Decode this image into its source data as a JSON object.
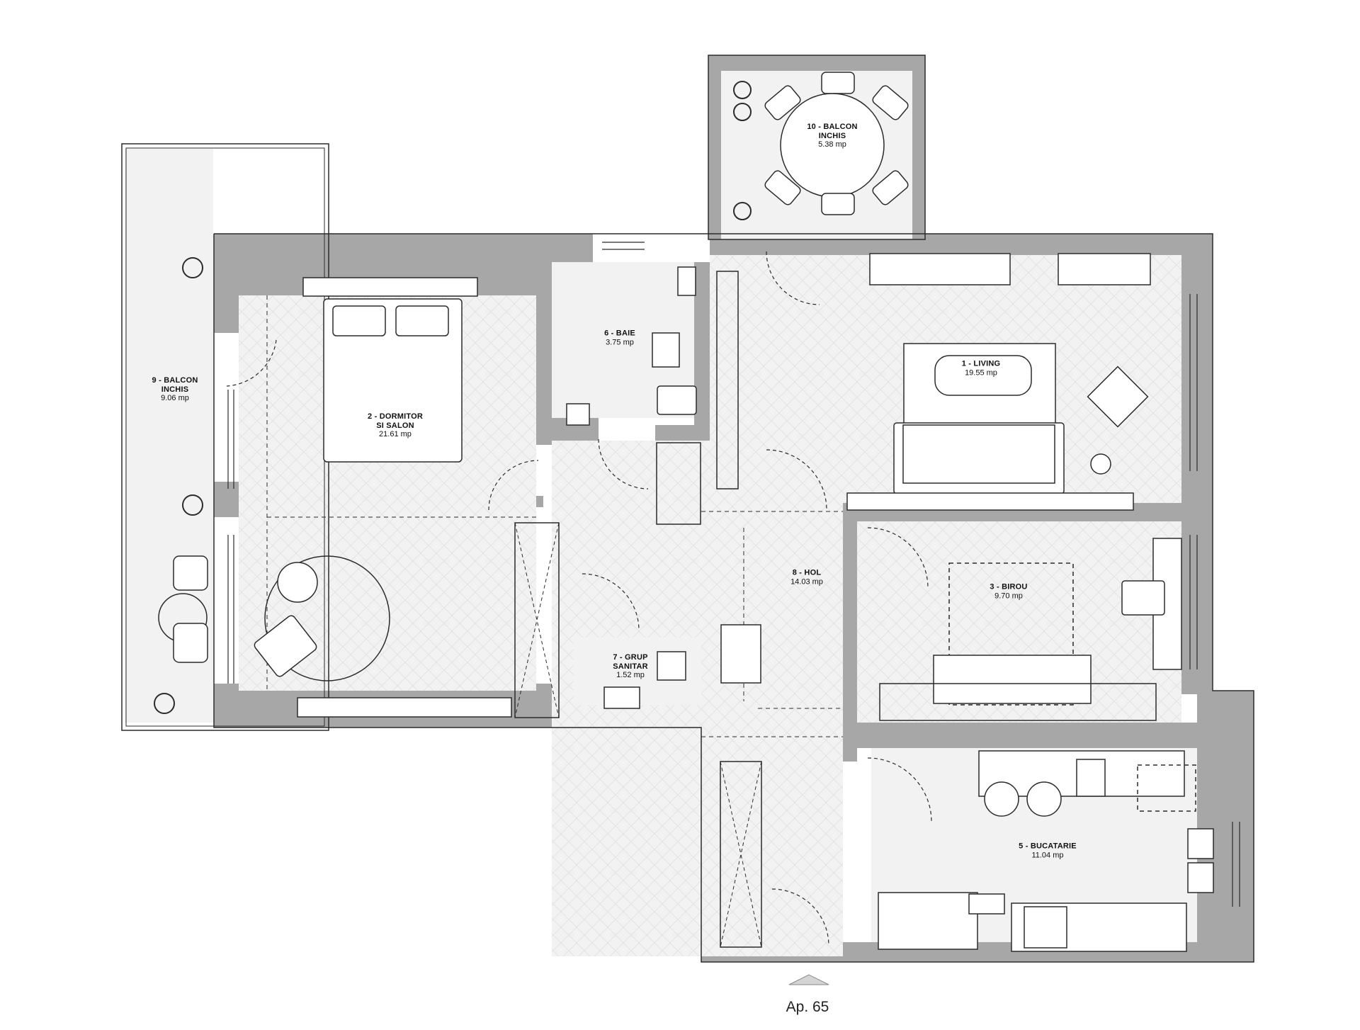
{
  "plan": {
    "apartment": "Ap. 65",
    "rooms": [
      {
        "id": "living",
        "name": "1 - LIVING",
        "area": "19.55 mp"
      },
      {
        "id": "dormitor",
        "name": "2 - DORMITOR SI SALON",
        "name_line1": "2 - DORMITOR",
        "name_line2": "SI SALON",
        "area": "21.61 mp"
      },
      {
        "id": "birou",
        "name": "3 - BIROU",
        "area": "9.70 mp"
      },
      {
        "id": "bucatarie",
        "name": "5 - BUCATARIE",
        "area": "11.04 mp"
      },
      {
        "id": "baie",
        "name": "6 - BAIE",
        "area": "3.75 mp"
      },
      {
        "id": "grup",
        "name": "7 - GRUP SANITAR",
        "name_line1": "7 - GRUP",
        "name_line2": "SANITAR",
        "area": "1.52 mp"
      },
      {
        "id": "hol",
        "name": "8 - HOL",
        "area": "14.03 mp"
      },
      {
        "id": "balcon9",
        "name": "9 - BALCON INCHIS",
        "name_line1": "9 - BALCON",
        "name_line2": "INCHIS",
        "area": "9.06 mp"
      },
      {
        "id": "balcon10",
        "name": "10 - BALCON INCHIS",
        "name_line1": "10 - BALCON",
        "name_line2": "INCHIS",
        "area": "5.38 mp"
      }
    ]
  },
  "colors": {
    "wall": "#a7a7a7",
    "floor": "#f2f2f2",
    "line": "#2b2b2b",
    "background": "#ffffff"
  },
  "icons": [
    "entrance-arrow-icon",
    "plant-icon",
    "bed-icon",
    "sofa-icon",
    "table-icon",
    "sink-icon",
    "toilet-icon",
    "shower-icon",
    "stove-icon"
  ]
}
